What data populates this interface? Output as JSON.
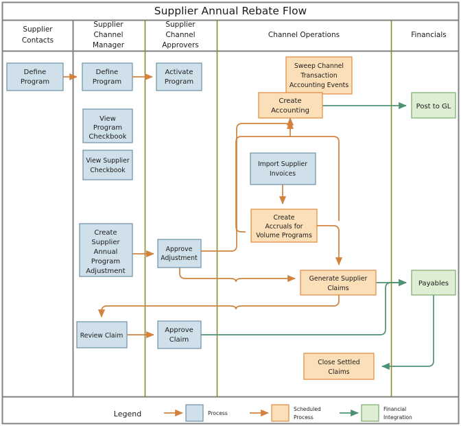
{
  "diagram": {
    "title": "Supplier Annual Rebate Flow",
    "type": "swimlane-flowchart",
    "colors": {
      "process_fill": "#cfe0ea",
      "process_stroke": "#6a8fa6",
      "scheduled_fill": "#fbdfb8",
      "scheduled_stroke": "#e08a3c",
      "financial_fill": "#ddeed3",
      "financial_stroke": "#7aa96a",
      "arrow_orange": "#d2823c",
      "arrow_green": "#4f9171",
      "lane_divider": "#8a8a22",
      "frame": "#808080"
    },
    "lanes": [
      {
        "id": "supplier-contacts",
        "label": "Supplier\nContacts"
      },
      {
        "id": "supplier-channel-manager",
        "label": "Supplier\nChannel\nManager"
      },
      {
        "id": "supplier-channel-approvers",
        "label": "Supplier\nChannel\nApprovers"
      },
      {
        "id": "channel-operations",
        "label": "Channel Operations"
      },
      {
        "id": "financials",
        "label": "Financials"
      }
    ],
    "nodes": [
      {
        "id": "define-program-contact",
        "lane": "supplier-contacts",
        "kind": "process",
        "lines": [
          "Define",
          "Program"
        ]
      },
      {
        "id": "define-program-manager",
        "lane": "supplier-channel-manager",
        "kind": "process",
        "lines": [
          "Define",
          "Program"
        ]
      },
      {
        "id": "activate-program",
        "lane": "supplier-channel-approvers",
        "kind": "process",
        "lines": [
          "Activate",
          "Program"
        ]
      },
      {
        "id": "view-program-checkbook",
        "lane": "supplier-channel-manager",
        "kind": "process",
        "lines": [
          "View",
          "Program",
          "Checkbook"
        ]
      },
      {
        "id": "view-supplier-checkbook",
        "lane": "supplier-channel-manager",
        "kind": "process",
        "lines": [
          "View Supplier",
          "Checkbook"
        ]
      },
      {
        "id": "create-supplier-annual-program-adjustment",
        "lane": "supplier-channel-manager",
        "kind": "process",
        "lines": [
          "Create",
          "Supplier",
          "Annual",
          "Program",
          "Adjustment"
        ]
      },
      {
        "id": "approve-adjustment",
        "lane": "supplier-channel-approvers",
        "kind": "process",
        "lines": [
          "Approve",
          "Adjustment"
        ]
      },
      {
        "id": "review-claim",
        "lane": "supplier-channel-manager",
        "kind": "process",
        "lines": [
          "Review Claim"
        ]
      },
      {
        "id": "approve-claim",
        "lane": "supplier-channel-approvers",
        "kind": "process",
        "lines": [
          "Approve",
          "Claim"
        ]
      },
      {
        "id": "sweep-channel-transaction-accounting-events",
        "lane": "channel-operations",
        "kind": "scheduled",
        "lines": [
          "Sweep Channel",
          "Transaction",
          "Accounting Events"
        ]
      },
      {
        "id": "create-accounting",
        "lane": "channel-operations",
        "kind": "scheduled",
        "lines": [
          "Create",
          "Accounting"
        ]
      },
      {
        "id": "import-supplier-invoices",
        "lane": "channel-operations",
        "kind": "process",
        "lines": [
          "Import Supplier",
          "Invoices"
        ]
      },
      {
        "id": "create-accruals-for-volume-programs",
        "lane": "channel-operations",
        "kind": "scheduled",
        "lines": [
          "Create",
          "Accruals for",
          "Volume Programs"
        ]
      },
      {
        "id": "generate-supplier-claims",
        "lane": "channel-operations",
        "kind": "scheduled",
        "lines": [
          "Generate Supplier",
          "Claims"
        ]
      },
      {
        "id": "close-settled-claims",
        "lane": "channel-operations",
        "kind": "scheduled",
        "lines": [
          "Close Settled",
          "Claims"
        ]
      },
      {
        "id": "post-to-gl",
        "lane": "financials",
        "kind": "financial",
        "lines": [
          "Post to GL"
        ]
      },
      {
        "id": "payables",
        "lane": "financials",
        "kind": "financial",
        "lines": [
          "Payables"
        ]
      }
    ],
    "edges": [
      {
        "from": "define-program-contact",
        "to": "define-program-manager",
        "style": "orange"
      },
      {
        "from": "define-program-manager",
        "to": "activate-program",
        "style": "orange"
      },
      {
        "from": "create-supplier-annual-program-adjustment",
        "to": "approve-adjustment",
        "style": "orange"
      },
      {
        "from": "approve-adjustment",
        "to": "create-accounting",
        "style": "orange"
      },
      {
        "from": "approve-adjustment",
        "to": "generate-supplier-claims",
        "style": "orange"
      },
      {
        "from": "import-supplier-invoices",
        "to": "create-accruals-for-volume-programs",
        "style": "orange"
      },
      {
        "from": "create-accruals-for-volume-programs",
        "to": "generate-supplier-claims",
        "style": "orange"
      },
      {
        "from": "create-accruals-for-volume-programs",
        "to": "create-accounting",
        "style": "orange"
      },
      {
        "from": "generate-supplier-claims",
        "to": "review-claim",
        "style": "orange"
      },
      {
        "from": "review-claim",
        "to": "approve-claim",
        "style": "orange"
      },
      {
        "from": "create-accounting",
        "to": "post-to-gl",
        "style": "green"
      },
      {
        "from": "generate-supplier-claims",
        "to": "payables",
        "style": "green"
      },
      {
        "from": "approve-claim",
        "to": "payables",
        "style": "green"
      },
      {
        "from": "payables",
        "to": "close-settled-claims",
        "style": "green"
      }
    ]
  },
  "legend": {
    "title": "Legend",
    "items": [
      {
        "id": "process",
        "label_lines": [
          "Process"
        ],
        "arrow": "orange",
        "swatch": "process"
      },
      {
        "id": "scheduled-process",
        "label_lines": [
          "Scheduled",
          "Process"
        ],
        "arrow": "orange",
        "swatch": "scheduled"
      },
      {
        "id": "financial-integration",
        "label_lines": [
          "Financial",
          "Integration"
        ],
        "arrow": "green",
        "swatch": "financial"
      }
    ]
  }
}
